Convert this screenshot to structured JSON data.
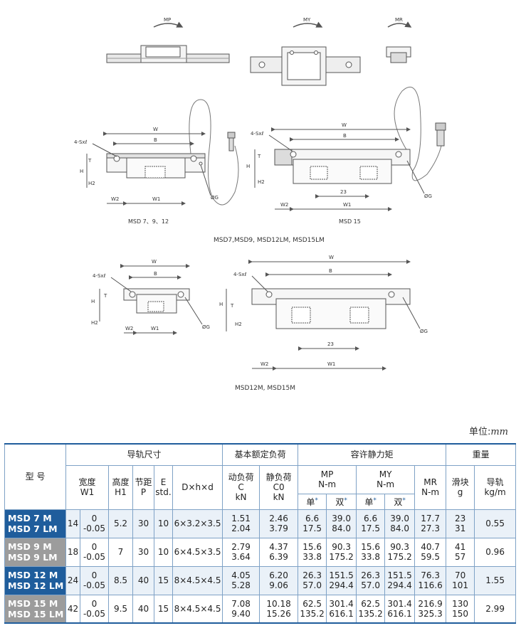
{
  "figure": {
    "moment_labels": [
      "MP",
      "MY",
      "MR"
    ],
    "dim_labels": {
      "w": "W",
      "b": "B",
      "h": "H",
      "t": "T",
      "h2": "H2",
      "w1": "W1",
      "w2": "W2",
      "g": "ØG",
      "hole": "4-Sxℓ",
      "pitch23": "23"
    },
    "captions": {
      "top_left": "MSD 7、9、12",
      "top_right": "MSD 15",
      "top_group": "MSD7,MSD9, MSD12LM, MSD15LM",
      "bottom_group": "MSD12M, MSD15M"
    }
  },
  "unit": {
    "prefix": "单位:",
    "value": "mm"
  },
  "table": {
    "h_model": "型 号",
    "h_rail": "导轨尺寸",
    "h_load": "基本额定负荷",
    "h_static": "容许静力矩",
    "h_weight": "重量",
    "h_width": "宽度",
    "h_width_sym": "W1",
    "h_height": "高度",
    "h_height_sym": "H1",
    "h_pitch": "节距",
    "h_pitch_sym": "P",
    "h_e": "E",
    "h_e_sub": "std.",
    "h_dhd": "D×h×d",
    "h_dyn": "动负荷",
    "h_dyn_sym": "C",
    "h_dyn_unit": "kN",
    "h_sta": "静负荷",
    "h_sta_sym": "C0",
    "h_sta_unit": "kN",
    "h_mp": "MP",
    "h_my": "MY",
    "h_mr": "MR",
    "h_nm": "N-m",
    "h_single": "单",
    "h_double": "双",
    "h_block": "滑块",
    "h_block_unit": "g",
    "h_railw": "导轨",
    "h_railw_unit": "kg/m",
    "rows": [
      {
        "m1": "MSD 7 M",
        "m2": "MSD 7 LM",
        "w": "14",
        "tol1": "0",
        "tol2": "-0.05",
        "h": "5.2",
        "p": "30",
        "e": "10",
        "dhd": "6×3.2×3.5",
        "c1": "1.51",
        "c2": "2.04",
        "c01": "2.46",
        "c02": "3.79",
        "mps1": "6.6",
        "mps2": "17.5",
        "mpd1": "39.0",
        "mpd2": "84.0",
        "mys1": "6.6",
        "mys2": "17.5",
        "myd1": "39.0",
        "myd2": "84.0",
        "mr1": "17.7",
        "mr2": "27.3",
        "g1": "23",
        "g2": "31",
        "rail": "0.55"
      },
      {
        "m1": "MSD 9 M",
        "m2": "MSD 9 LM",
        "w": "18",
        "tol1": "0",
        "tol2": "-0.05",
        "h": "7",
        "p": "30",
        "e": "10",
        "dhd": "6×4.5×3.5",
        "c1": "2.79",
        "c2": "3.64",
        "c01": "4.37",
        "c02": "6.39",
        "mps1": "15.6",
        "mps2": "33.8",
        "mpd1": "90.3",
        "mpd2": "175.2",
        "mys1": "15.6",
        "mys2": "33.8",
        "myd1": "90.3",
        "myd2": "175.2",
        "mr1": "40.7",
        "mr2": "59.5",
        "g1": "41",
        "g2": "57",
        "rail": "0.96"
      },
      {
        "m1": "MSD 12 M",
        "m2": "MSD 12 LM",
        "w": "24",
        "tol1": "0",
        "tol2": "-0.05",
        "h": "8.5",
        "p": "40",
        "e": "15",
        "dhd": "8×4.5×4.5",
        "c1": "4.05",
        "c2": "5.28",
        "c01": "6.20",
        "c02": "9.06",
        "mps1": "26.3",
        "mps2": "57.0",
        "mpd1": "151.5",
        "mpd2": "294.4",
        "mys1": "26.3",
        "mys2": "57.0",
        "myd1": "151.5",
        "myd2": "294.4",
        "mr1": "76.3",
        "mr2": "116.6",
        "g1": "70",
        "g2": "101",
        "rail": "1.55"
      },
      {
        "m1": "MSD 15 M",
        "m2": "MSD 15 LM",
        "w": "42",
        "tol1": "0",
        "tol2": "-0.05",
        "h": "9.5",
        "p": "40",
        "e": "15",
        "dhd": "8×4.5×4.5",
        "c1": "7.08",
        "c2": "9.40",
        "c01": "10.18",
        "c02": "15.26",
        "mps1": "62.5",
        "mps2": "135.2",
        "mpd1": "301.4",
        "mpd2": "616.1",
        "mys1": "62.5",
        "mys2": "135.2",
        "myd1": "301.4",
        "myd2": "616.1",
        "mr1": "216.9",
        "mr2": "325.3",
        "g1": "130",
        "g2": "150",
        "rail": "2.99"
      }
    ]
  }
}
